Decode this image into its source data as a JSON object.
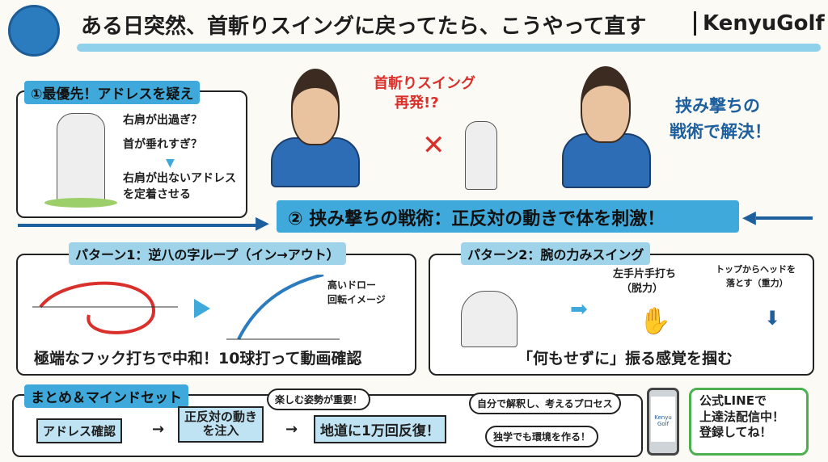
{
  "header": {
    "title": "ある日突然、首斬りスイングに戻ってたら、こうやって直す",
    "brand": "KenyuGolf"
  },
  "section1": {
    "label": "①最優先！アドレスを疑え",
    "q1": "右肩が出過ぎ？",
    "q2": "首が垂れすぎ？",
    "answer_line1": "右肩が出ないアドレス",
    "answer_line2": "を定着させる"
  },
  "problem": {
    "line1": "首斬りスイング",
    "line2": "再発!?"
  },
  "solution": {
    "line1": "挟み撃ちの",
    "line2": "戦術で解決！"
  },
  "banner": {
    "label": "② 挟み撃ちの戦術：正反対の動きで体を刺激！"
  },
  "pattern1": {
    "label": "パターン1：逆八の字ループ（イン→アウト）",
    "note_line1": "高いドロー",
    "note_line2": "回転イメージ",
    "caption": "極端なフック打ちで中和！10球打って動画確認"
  },
  "pattern2": {
    "label": "パターン2：腕の力みスイング",
    "hand_line1": "左手片手打ち",
    "hand_line2": "（脱力）",
    "drop_line1": "トップからヘッドを",
    "drop_line2": "落とす（重力）",
    "caption": "「何もせずに」振る感覚を掴む"
  },
  "summary": {
    "label": "まとめ＆マインドセット",
    "steps": [
      "アドレス確認",
      "正反対の動き",
      "を注入",
      "地道に1万回反復！"
    ],
    "bubbles": [
      "楽しむ姿勢が重要！",
      "自分で解釈し、考えるプロセス",
      "独学でも環境を作る！"
    ],
    "arrow": "→"
  },
  "phone": {
    "logo_text": "Kenyu Golf"
  },
  "line_promo": {
    "line1": "公式LINEで",
    "line2": "上達法配信中！",
    "line3": "登録してね！"
  },
  "colors": {
    "accent": "#3fa9db",
    "red": "#d9302b",
    "navy": "#1e5f9e",
    "green": "#4caf50"
  }
}
